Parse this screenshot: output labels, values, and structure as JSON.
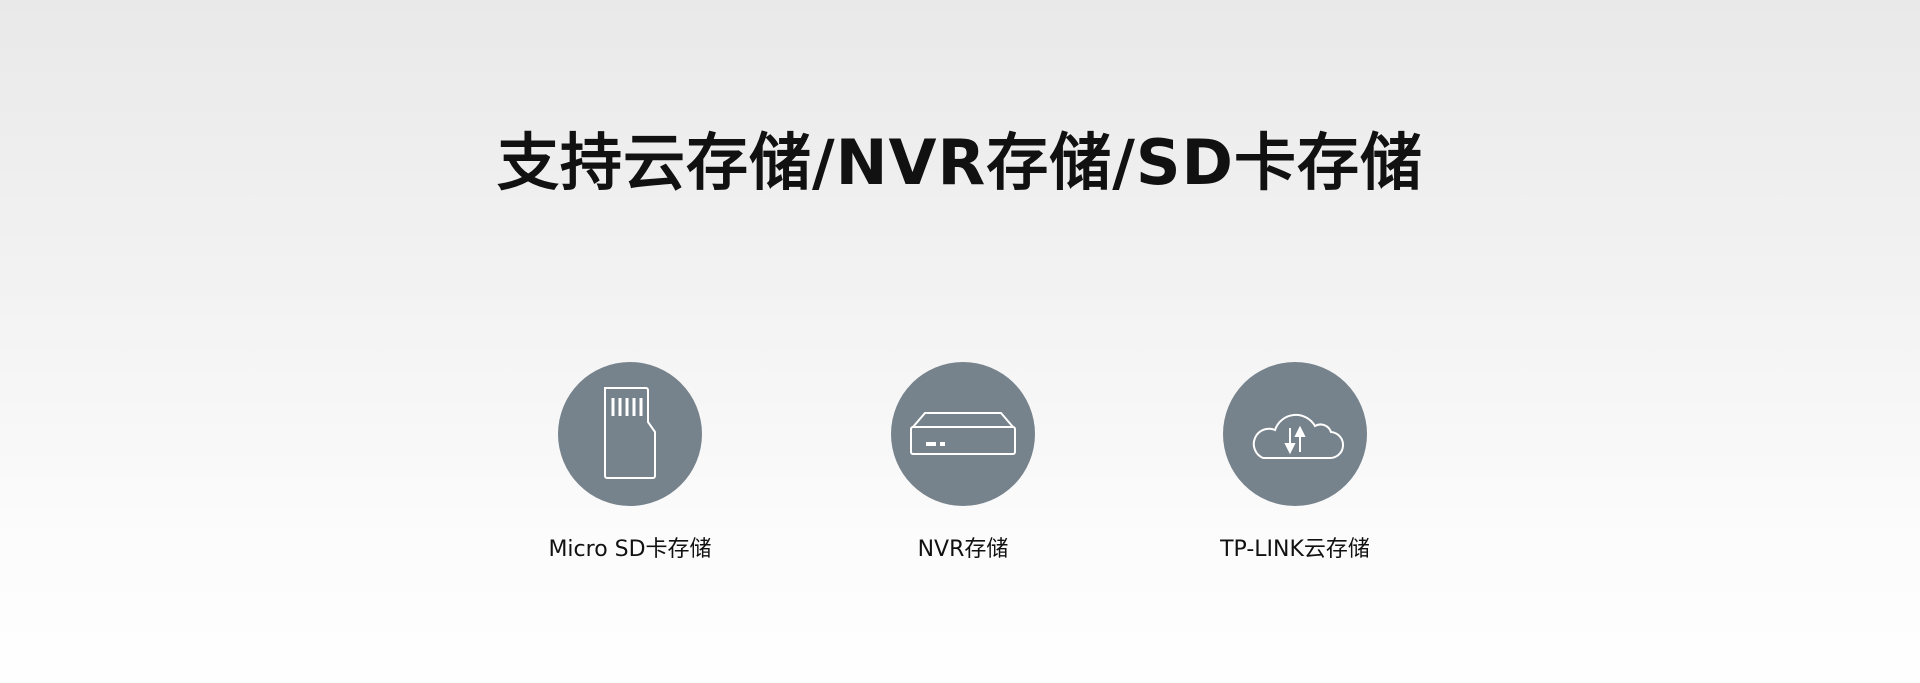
{
  "title": "支持云存储/NVR存储/SD卡存储",
  "features": [
    {
      "label": "Micro SD卡存储",
      "icon": "sd-card-icon"
    },
    {
      "label": "NVR存储",
      "icon": "nvr-device-icon"
    },
    {
      "label": "TP-LINK云存储",
      "icon": "cloud-transfer-icon"
    }
  ],
  "colors": {
    "circle": "#77838c",
    "icon_stroke": "#ffffff"
  }
}
